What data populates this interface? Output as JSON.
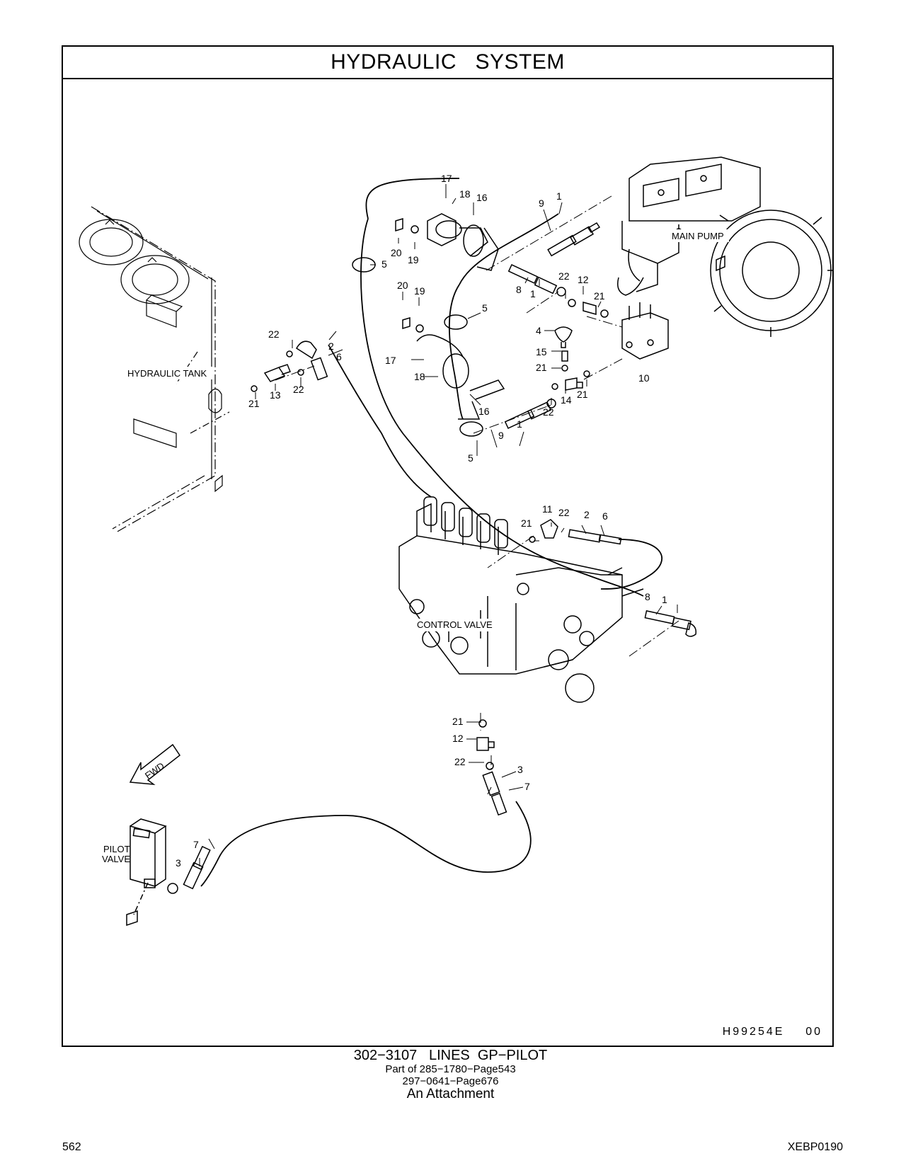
{
  "header": {
    "title": "HYDRAULIC   SYSTEM"
  },
  "drawing": {
    "id": "H99254E    00",
    "component_labels": {
      "main_pump": "MAIN  PUMP",
      "hydraulic_tank": "HYDRAULIC  TANK",
      "control_valve": "CONTROL  VALVE",
      "pilot_valve_line1": "PILOT",
      "pilot_valve_line2": "VALVE",
      "fwd": "FWD"
    },
    "callouts": {
      "c17a": "17",
      "c18a": "18",
      "c16a": "16",
      "c20a": "20",
      "c19a": "19",
      "c5a": "5",
      "c9a": "9",
      "c1a": "1",
      "c8a": "8",
      "c1b": "1",
      "c22a": "22",
      "c12a": "12",
      "c21a": "21",
      "c20b": "20",
      "c19b": "19",
      "c5b": "5",
      "c4": "4",
      "c15": "15",
      "c21b": "21",
      "c10": "10",
      "c17b": "17",
      "c18b": "18",
      "c16b": "16",
      "c14": "14",
      "c22b": "22",
      "c21c": "21",
      "c1c": "1",
      "c9b": "9",
      "c5c": "5",
      "c22c": "22",
      "c2a": "2",
      "c6a": "6",
      "c13": "13",
      "c22d": "22",
      "c21d": "21",
      "c11": "11",
      "c22e": "22",
      "c2b": "2",
      "c6b": "6",
      "c21e": "21",
      "c8b": "8",
      "c1d": "1",
      "c21f": "21",
      "c12b": "12",
      "c22f": "22",
      "c3a": "3",
      "c7a": "7",
      "c7b": "7",
      "c3b": "3"
    }
  },
  "caption": {
    "main": "302−3107   LINES  GP−PILOT",
    "part_of": "Part of 285−1780−Page543",
    "ref": "297−0641−Page676",
    "attachment": "An Attachment"
  },
  "footer": {
    "page_number": "562",
    "doc_id": "XEBP0190"
  }
}
